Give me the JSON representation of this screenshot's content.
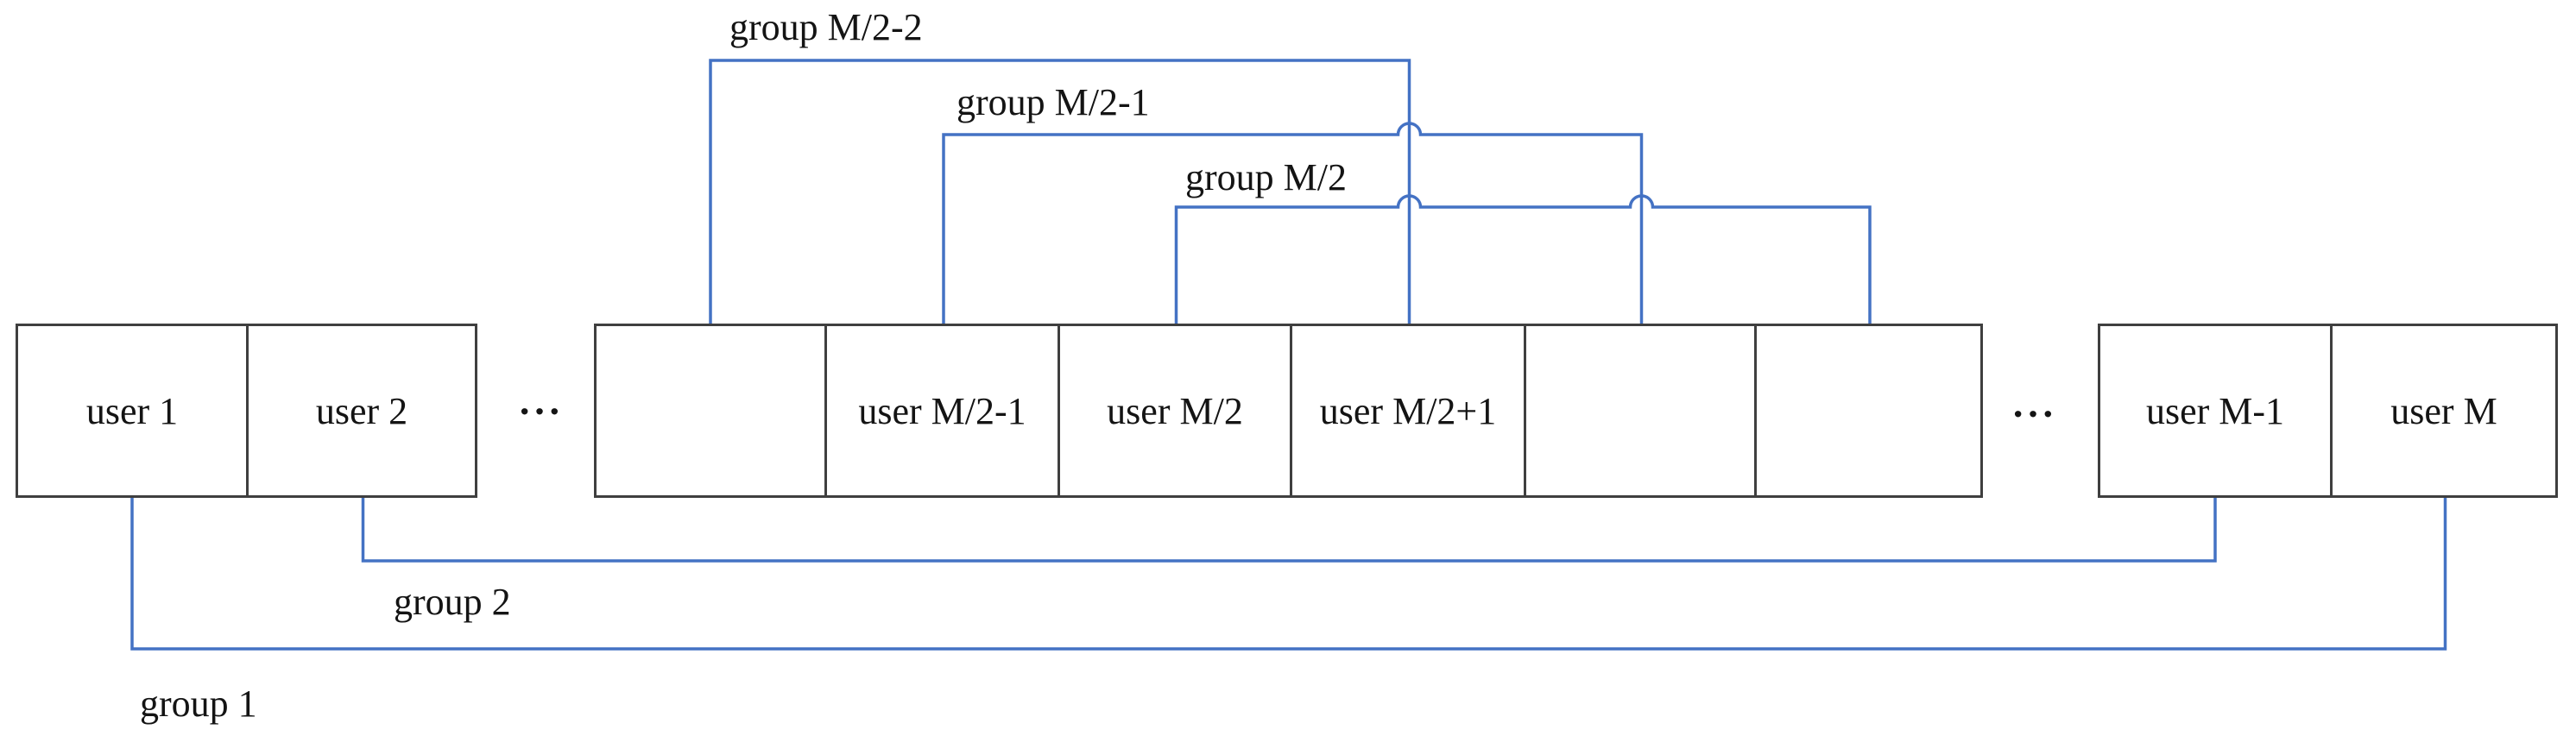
{
  "diagram": {
    "boxes": [
      {
        "label": "user 1"
      },
      {
        "label": "user 2"
      },
      {
        "label": ""
      },
      {
        "label": "user M/2-1"
      },
      {
        "label": "user M/2"
      },
      {
        "label": "user M/2+1"
      },
      {
        "label": ""
      },
      {
        "label": ""
      },
      {
        "label": "user M-1"
      },
      {
        "label": "user M"
      }
    ],
    "ellipsis": {
      "left": "···",
      "right": "···"
    },
    "top_groups": [
      {
        "label": "group M/2-2",
        "from_box": 2,
        "to_box": 5
      },
      {
        "label": "group M/2-1",
        "from_box": 3,
        "to_box": 6
      },
      {
        "label": "group M/2",
        "from_box": 4,
        "to_box": 7
      }
    ],
    "bottom_groups": [
      {
        "label": "group 2",
        "from_box": 1,
        "to_box": 8
      },
      {
        "label": "group 1",
        "from_box": 0,
        "to_box": 9
      }
    ],
    "colors": {
      "bracket_blue": "#4472C4",
      "box_border": "#3f3f3f",
      "text": "#141414",
      "background": "#ffffff"
    }
  }
}
